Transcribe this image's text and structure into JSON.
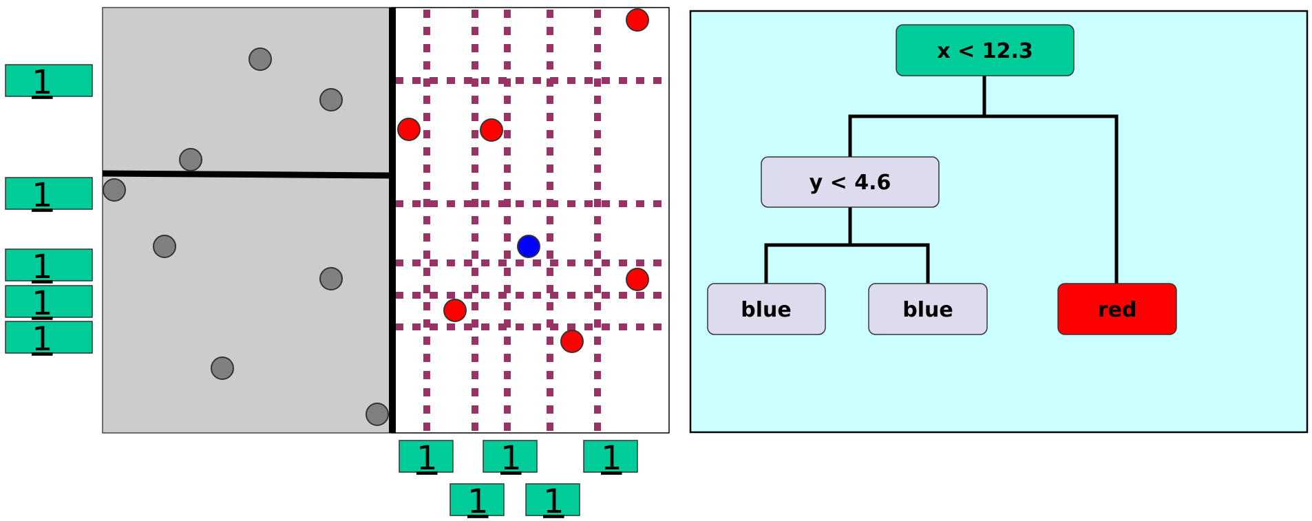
{
  "colors": {
    "badge": "#00cc99",
    "gray_region": "#cccccc",
    "panel_bg": "#ccffff",
    "gray_point": "#808080",
    "red_point": "#ff0000",
    "blue_point": "#0000ff",
    "dashed_grid": "#993366",
    "node_root": "#00cc99",
    "node_light": "#dcdcee",
    "node_red": "#ff0000",
    "edge": "#000000"
  },
  "badges": {
    "left": [
      "1",
      "1",
      "1",
      "1",
      "1"
    ],
    "bottom": [
      "1",
      "1",
      "1",
      "1",
      "1"
    ]
  },
  "tree": {
    "root": "x < 12.3",
    "inner": "y < 4.6",
    "leaf_1": "blue",
    "leaf_2": "blue",
    "leaf_3": "red"
  }
}
